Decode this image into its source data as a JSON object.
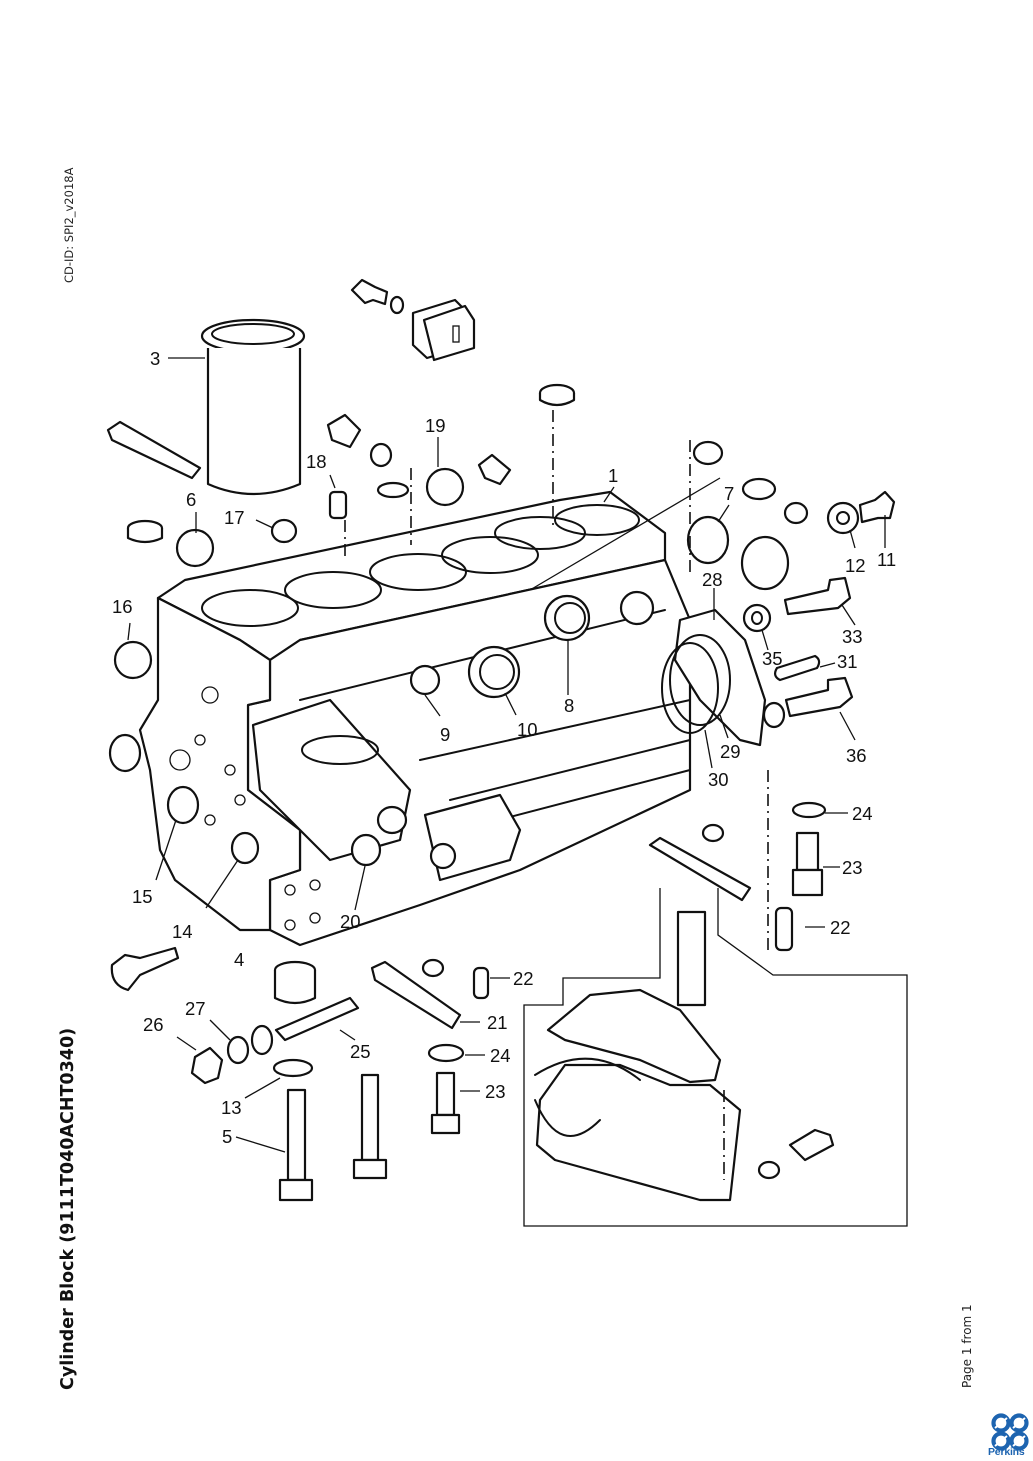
{
  "document": {
    "cd_id": "CD-ID: SPI2_v2018A",
    "title": "Cylinder Block (9111T040ACHT0340)",
    "page_indicator": "Page 1 from 1",
    "brand": "Perkins",
    "brand_color": "#1d64b0"
  },
  "diagram": {
    "name": "cylinder-block-exploded-view",
    "callouts": [
      {
        "id": "1",
        "label": "1"
      },
      {
        "id": "3",
        "label": "3"
      },
      {
        "id": "4",
        "label": "4"
      },
      {
        "id": "5",
        "label": "5"
      },
      {
        "id": "6",
        "label": "6"
      },
      {
        "id": "7",
        "label": "7"
      },
      {
        "id": "8",
        "label": "8"
      },
      {
        "id": "9",
        "label": "9"
      },
      {
        "id": "10",
        "label": "10"
      },
      {
        "id": "11",
        "label": "11"
      },
      {
        "id": "12",
        "label": "12"
      },
      {
        "id": "13",
        "label": "13"
      },
      {
        "id": "14",
        "label": "14"
      },
      {
        "id": "15",
        "label": "15"
      },
      {
        "id": "16",
        "label": "16"
      },
      {
        "id": "17",
        "label": "17"
      },
      {
        "id": "18",
        "label": "18"
      },
      {
        "id": "19",
        "label": "19"
      },
      {
        "id": "20",
        "label": "20"
      },
      {
        "id": "21",
        "label": "21"
      },
      {
        "id": "22a",
        "label": "22"
      },
      {
        "id": "22b",
        "label": "22"
      },
      {
        "id": "23a",
        "label": "23"
      },
      {
        "id": "23b",
        "label": "23"
      },
      {
        "id": "24a",
        "label": "24"
      },
      {
        "id": "24b",
        "label": "24"
      },
      {
        "id": "25",
        "label": "25"
      },
      {
        "id": "26",
        "label": "26"
      },
      {
        "id": "27",
        "label": "27"
      },
      {
        "id": "28",
        "label": "28"
      },
      {
        "id": "29",
        "label": "29"
      },
      {
        "id": "30",
        "label": "30"
      },
      {
        "id": "31",
        "label": "31"
      },
      {
        "id": "33",
        "label": "33"
      },
      {
        "id": "35",
        "label": "35"
      },
      {
        "id": "36",
        "label": "36"
      }
    ]
  }
}
